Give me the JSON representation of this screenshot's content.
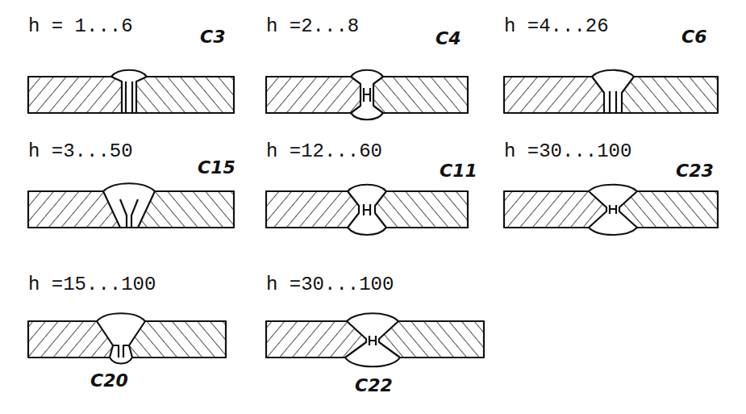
{
  "diagram": {
    "labels": [
      "h = 1...6",
      "С3",
      "h =2...8",
      "С4",
      "h =4...26",
      "С6",
      "h =3...50",
      "С15",
      "h =12...60",
      "С11",
      "h =30...100",
      "С23",
      "h =15...100",
      "h =30...100",
      "С20",
      "С22"
    ]
  }
}
